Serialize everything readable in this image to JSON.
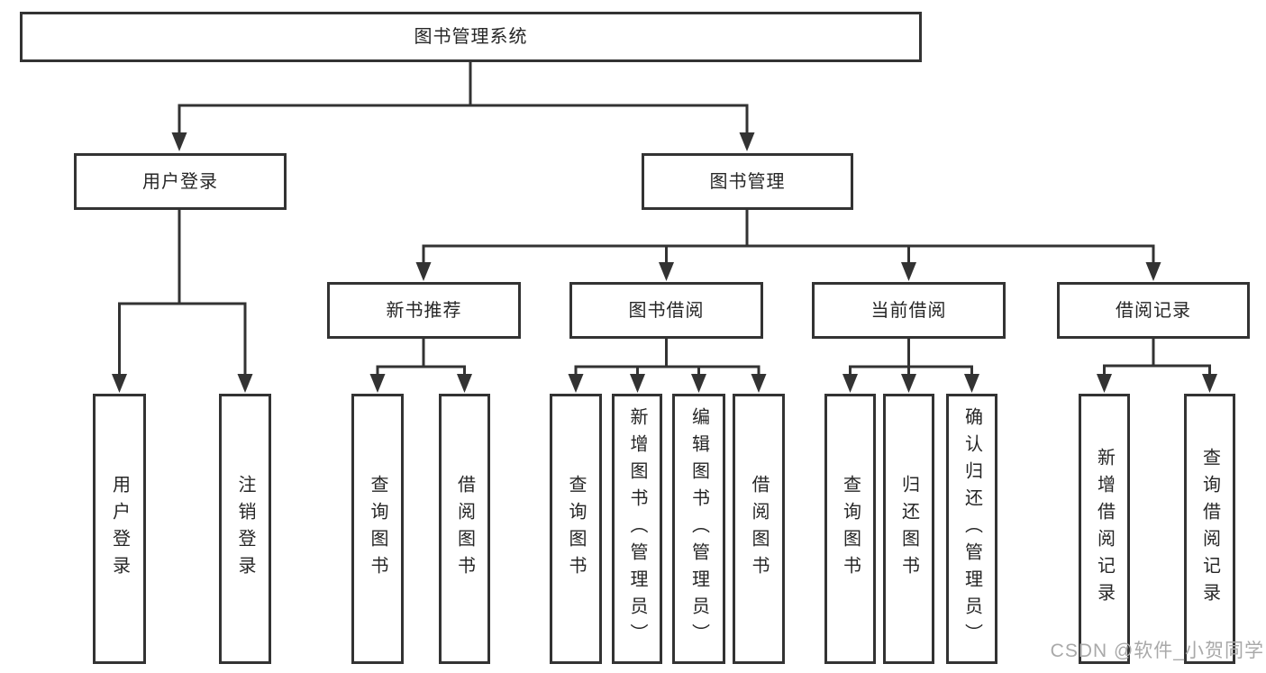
{
  "diagram_title": "图书管理系统",
  "nodes": {
    "root": {
      "label": "图书管理系统"
    },
    "user_login_group": {
      "label": "用户登录"
    },
    "book_mgmt": {
      "label": "图书管理"
    },
    "new_book_rec": {
      "label": "新书推荐"
    },
    "book_borrow": {
      "label": "图书借阅"
    },
    "current_borrow": {
      "label": "当前借阅"
    },
    "borrow_records": {
      "label": "借阅记录"
    },
    "leaf_user_login": {
      "label": "用户登录"
    },
    "leaf_logout": {
      "label": "注销登录"
    },
    "rec_query_books": {
      "label": "查询图书"
    },
    "rec_borrow_books": {
      "label": "借阅图书"
    },
    "bb_query_books": {
      "label": "查询图书"
    },
    "bb_add_books": {
      "label": "新增图书（管理员）"
    },
    "bb_edit_books": {
      "label": "编辑图书（管理员）"
    },
    "bb_borrow_books": {
      "label": "借阅图书"
    },
    "cb_query_books": {
      "label": "查询图书"
    },
    "cb_return_books": {
      "label": "归还图书"
    },
    "cb_confirm_return": {
      "label": "确认归还（管理员）"
    },
    "br_add_record": {
      "label": "新增借阅记录"
    },
    "br_query_record": {
      "label": "查询借阅记录"
    }
  },
  "tree": {
    "图书管理系统": {
      "用户登录": [
        "用户登录",
        "注销登录"
      ],
      "图书管理": {
        "新书推荐": [
          "查询图书",
          "借阅图书"
        ],
        "图书借阅": [
          "查询图书",
          "新增图书（管理员）",
          "编辑图书（管理员）",
          "借阅图书"
        ],
        "当前借阅": [
          "查询图书",
          "归还图书",
          "确认归还（管理员）"
        ],
        "借阅记录": [
          "新增借阅记录",
          "查询借阅记录"
        ]
      }
    }
  },
  "watermark": {
    "text": "CSDN @软件_小贺同学"
  },
  "colors": {
    "line": "#333333",
    "box_border": "#333333",
    "text": "#262626",
    "watermark": "#a9a9a9",
    "background": "#ffffff"
  }
}
